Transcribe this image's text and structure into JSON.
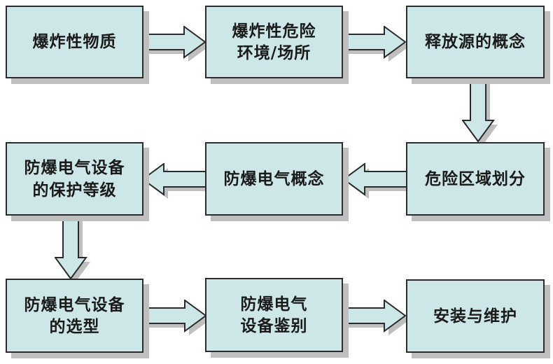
{
  "diagram": {
    "type": "flowchart",
    "colors": {
      "node_fill": "#cde7e8",
      "node_border": "#2b2b2b",
      "shadow": "#bfbfbf",
      "text": "#1a1a1a",
      "background": "#ffffff"
    },
    "nodes": {
      "n1": {
        "line1": "爆炸性物质"
      },
      "n2": {
        "line1": "爆炸性危险",
        "line2": "环境/场所"
      },
      "n3": {
        "line1": "释放源的概念"
      },
      "n4": {
        "line1": "危险区域划分"
      },
      "n5": {
        "line1": "防爆电气概念"
      },
      "n6": {
        "line1": "防爆电气设备",
        "line2": "的保护等级"
      },
      "n7": {
        "line1": "防爆电气设备",
        "line2": "的选型"
      },
      "n8": {
        "line1": "防爆电气",
        "line2": "设备鉴别"
      },
      "n9": {
        "line1": "安装与维护"
      }
    },
    "edges": [
      {
        "from": "n1",
        "to": "n2",
        "direction": "right"
      },
      {
        "from": "n2",
        "to": "n3",
        "direction": "right"
      },
      {
        "from": "n3",
        "to": "n4",
        "direction": "down"
      },
      {
        "from": "n4",
        "to": "n5",
        "direction": "left"
      },
      {
        "from": "n5",
        "to": "n6",
        "direction": "left"
      },
      {
        "from": "n6",
        "to": "n7",
        "direction": "down"
      },
      {
        "from": "n7",
        "to": "n8",
        "direction": "right"
      },
      {
        "from": "n8",
        "to": "n9",
        "direction": "right"
      }
    ]
  }
}
